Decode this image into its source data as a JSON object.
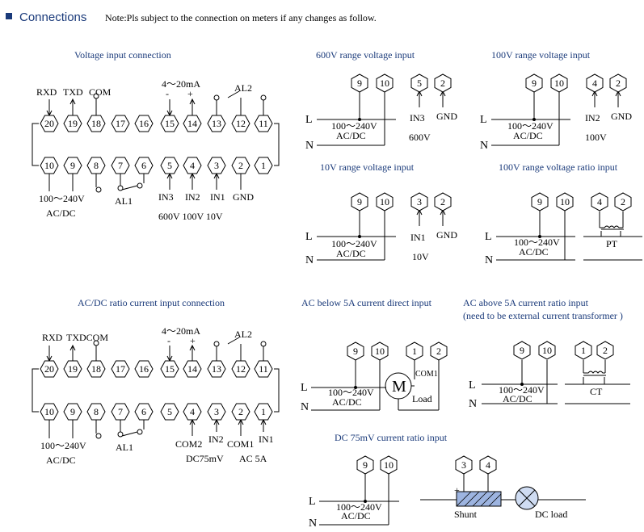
{
  "header": {
    "title": "Connections",
    "note": "Note:Pls subject to the connection on meters if any changes as follow."
  },
  "sections": {
    "voltage_input": "Voltage input connection",
    "v600": "600V range voltage input",
    "v100": "100V range voltage input",
    "v10": "10V range voltage input",
    "v100_ratio": "100V range voltage ratio input",
    "current_ratio": "AC/DC ratio current input connection",
    "ac_below5": "AC below 5A current direct input",
    "ac_above5": "AC above 5A current ratio input",
    "ac_above5_note": "(need to be external current transformer )",
    "dc75": "DC 75mV current ratio input"
  },
  "terminal_block": {
    "top": [
      "20",
      "19",
      "18",
      "17",
      "16",
      "15",
      "14",
      "13",
      "12",
      "11"
    ],
    "bottom": [
      "10",
      "9",
      "8",
      "7",
      "6",
      "5",
      "4",
      "3",
      "2",
      "1"
    ]
  },
  "labels": {
    "rxd": "RXD",
    "txd": "TXD",
    "com": "COM",
    "txdcom": "TXDCOM",
    "ma": "4～20mA",
    "minus": "-",
    "plus": "+",
    "al1": "AL1",
    "al2": "AL2",
    "supply": "100～240V",
    "acdc": "AC/DC",
    "in3": "IN3",
    "in2": "IN2",
    "in1": "IN1",
    "gnd": "GND",
    "ranges": "600V 100V 10V",
    "com2": "COM2",
    "com1": "COM1",
    "dc75mv": "DC75mV",
    "ac5a": "AC 5A",
    "L": "L",
    "N": "N",
    "v600": "600V",
    "v100": "100V",
    "v10": "10V",
    "pt": "PT",
    "ct": "CT",
    "m": "M",
    "load": "Load",
    "shunt": "Shunt",
    "dcload": "DC load"
  },
  "colors": {
    "heading": "#1a3a7a",
    "line": "#000000"
  }
}
